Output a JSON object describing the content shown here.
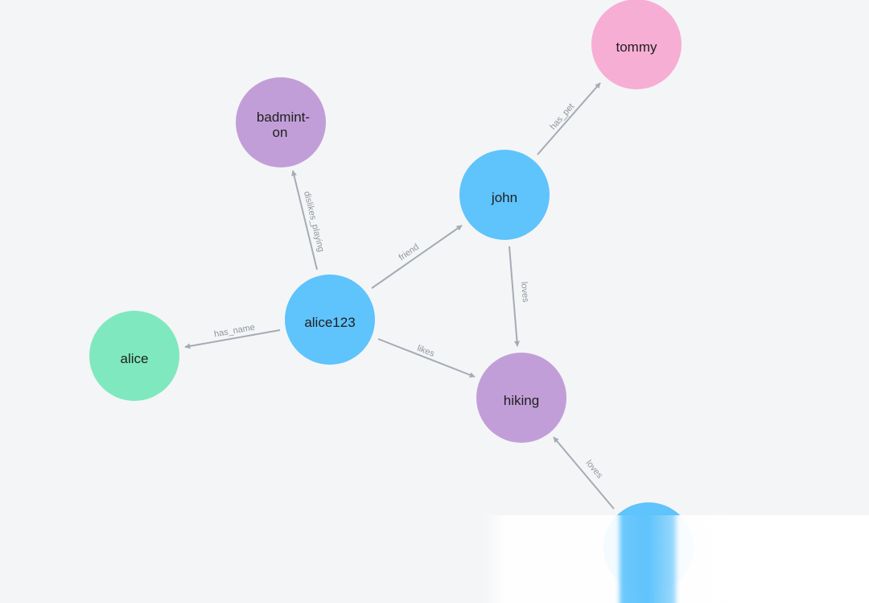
{
  "colors": {
    "background": "#f4f5f6",
    "edge": "#a5abb6",
    "edge_label": "#8f959e"
  },
  "nodes": {
    "tommy": {
      "label": "tommy",
      "color": "#f7aed4"
    },
    "badminton": {
      "label_line1": "badmint-",
      "label_line2": "on",
      "color": "#c29ed8"
    },
    "john": {
      "label": "john",
      "color": "#5fc3fc"
    },
    "alice123": {
      "label": "alice123",
      "color": "#5fc3fc"
    },
    "alice": {
      "label": "alice",
      "color": "#7fe8bf"
    },
    "hiking": {
      "label": "hiking",
      "color": "#c29ed8"
    },
    "unlabeled": {
      "label": "",
      "color": "#5fc3fc"
    }
  },
  "edges": {
    "has_pet": "has_pet",
    "dislikes_playing": "dislikes_playing",
    "friend": "friend",
    "loves_john": "loves",
    "has_name": "has_name",
    "likes": "likes",
    "loves_bottom": "loves"
  }
}
